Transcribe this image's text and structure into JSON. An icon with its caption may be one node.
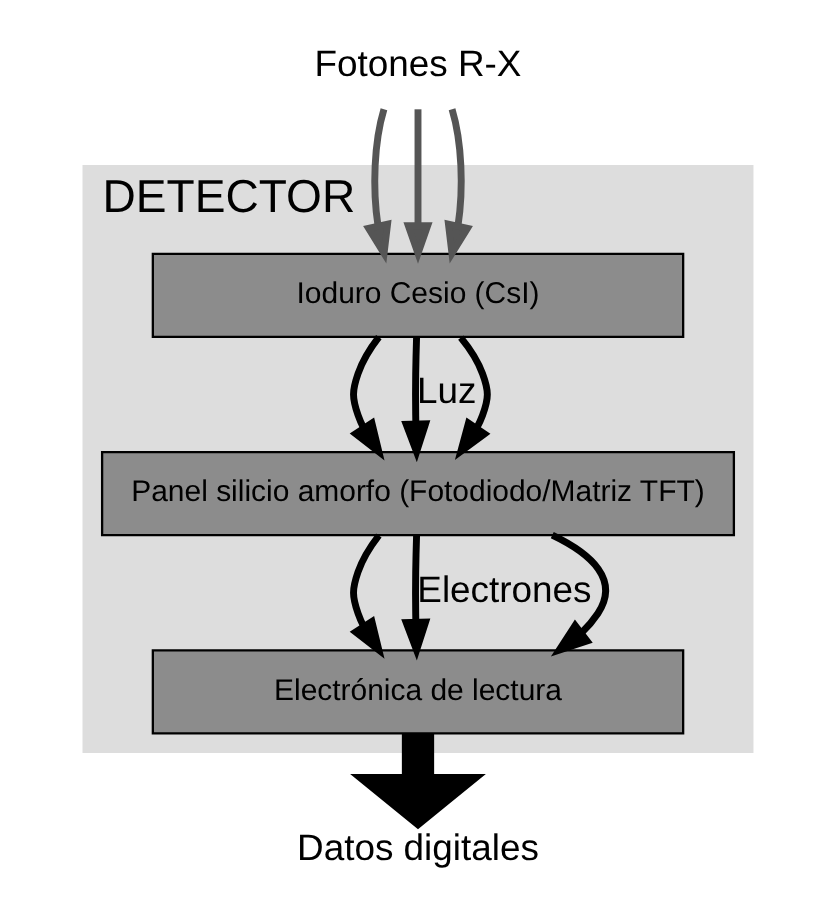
{
  "diagram": {
    "nodes": [
      {
        "text": [
          "DETECTOR"
        ]
      },
      {
        "text": [
          "Fotones R-X"
        ]
      },
      {
        "text": [
          "Ioduro Cesio (CsI)"
        ],
        "in": 0
      },
      {
        "text": [
          "Panel silicio amorfo (Fotodiodo/Matriz TFT)"
        ],
        "in": 0
      },
      {
        "text": [
          "Electrónica de lectura"
        ],
        "in": 0
      },
      {
        "text": [
          "Datos digitales"
        ]
      }
    ],
    "edges": [
      {
        "from": 1,
        "to": 2,
        "arrow": "to",
        "color": "#555555"
      },
      {
        "from": 1,
        "to": 2,
        "arrow": "to",
        "color": "#555555"
      },
      {
        "from": 1,
        "to": 2,
        "arrow": "to",
        "color": "#555555"
      },
      {
        "from": 2,
        "to": 3,
        "arrow": "to"
      },
      {
        "from": 2,
        "to": 3,
        "arrow": "to",
        "label": "Luz"
      },
      {
        "from": 2,
        "to": 3,
        "arrow": "to"
      },
      {
        "from": 3,
        "to": 4,
        "arrow": "to"
      },
      {
        "from": 3,
        "to": 4,
        "arrow": "to",
        "label": "Electrones"
      },
      {
        "from": 3,
        "to": 4,
        "arrow": "to"
      },
      {
        "from": 4,
        "to": 5,
        "arrow": "to",
        "style": "thick"
      }
    ]
  }
}
